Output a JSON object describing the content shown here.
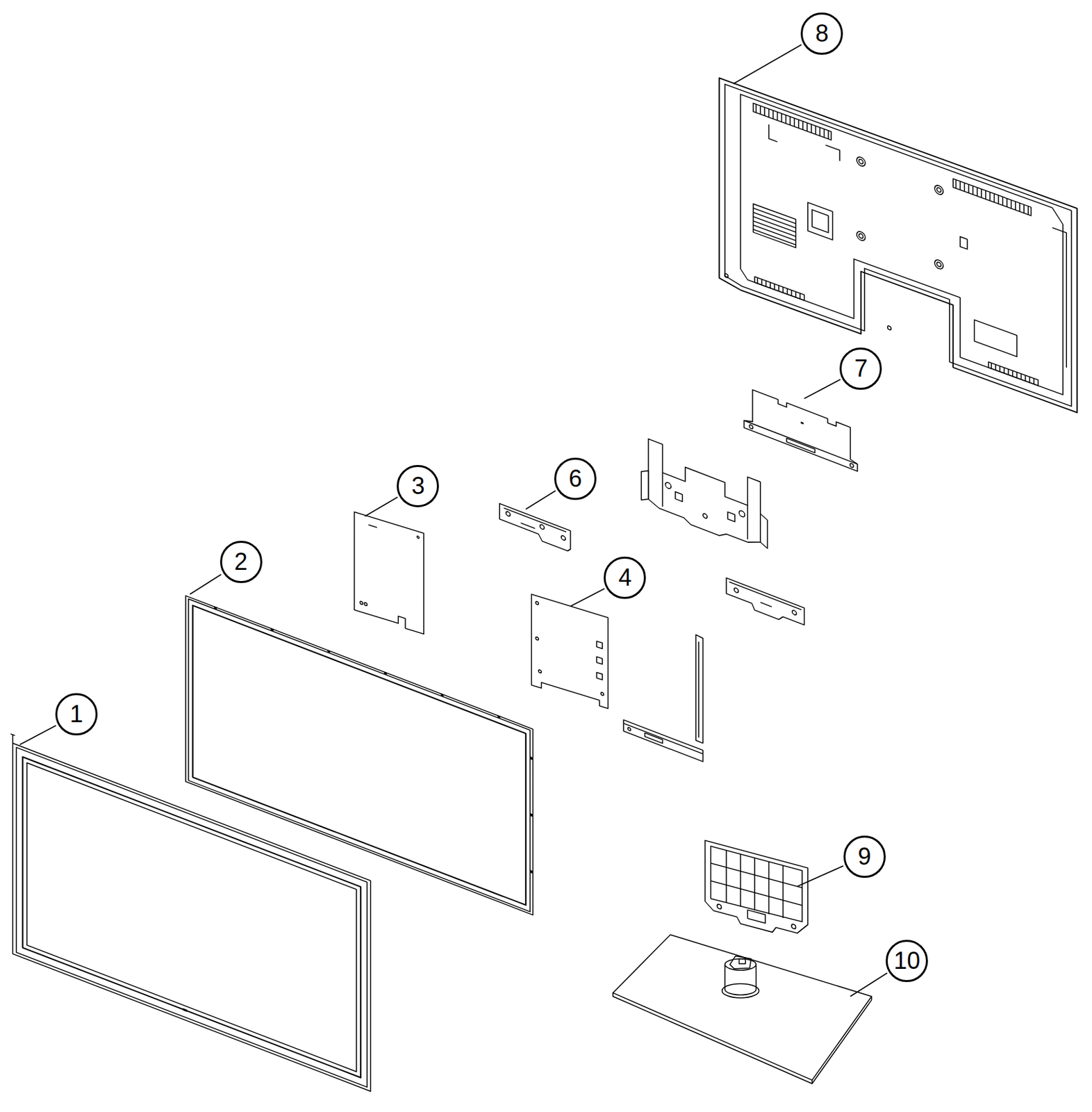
{
  "diagram": {
    "nodes": [
      {
        "text": [
          "8"
        ]
      },
      {
        "text": [
          "7"
        ]
      },
      {
        "text": [
          "6"
        ]
      },
      {
        "text": [
          "3"
        ]
      },
      {
        "text": [
          "2"
        ]
      },
      {
        "text": [
          "4"
        ]
      },
      {
        "text": [
          "1"
        ]
      },
      {
        "text": [
          "9"
        ]
      },
      {
        "text": [
          "10"
        ]
      }
    ],
    "edges": []
  }
}
